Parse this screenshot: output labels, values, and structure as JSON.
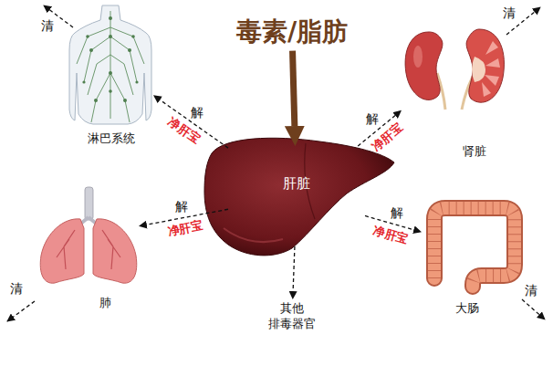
{
  "diagram": {
    "nodes": [
      {
        "text": [
          "毒素/脂肪"
        ]
      },
      {
        "text": [
          "淋巴系统"
        ]
      },
      {
        "text": [
          "肾脏"
        ]
      },
      {
        "text": [
          "肝脏"
        ]
      },
      {
        "text": [
          "肺"
        ]
      },
      {
        "text": [
          "其他 排毒器官"
        ]
      },
      {
        "text": [
          "大肠"
        ]
      }
    ],
    "edges": [
      {
        "from": 0,
        "to": 3,
        "arrow": "to"
      },
      {
        "from": 3,
        "to": 1,
        "arrow": "to",
        "label": "解"
      },
      {
        "from": 3,
        "to": 2,
        "arrow": "to",
        "label": "解"
      },
      {
        "from": 3,
        "to": 4,
        "arrow": "to",
        "label": "解"
      },
      {
        "from": 3,
        "to": 5,
        "arrow": "to"
      },
      {
        "from": 3,
        "to": 6,
        "arrow": "to",
        "label": "解"
      }
    ],
    "labels": [
      "净肝宝",
      "净肝宝",
      "净肝宝",
      "净肝宝",
      "清",
      "清",
      "清",
      "清"
    ]
  }
}
